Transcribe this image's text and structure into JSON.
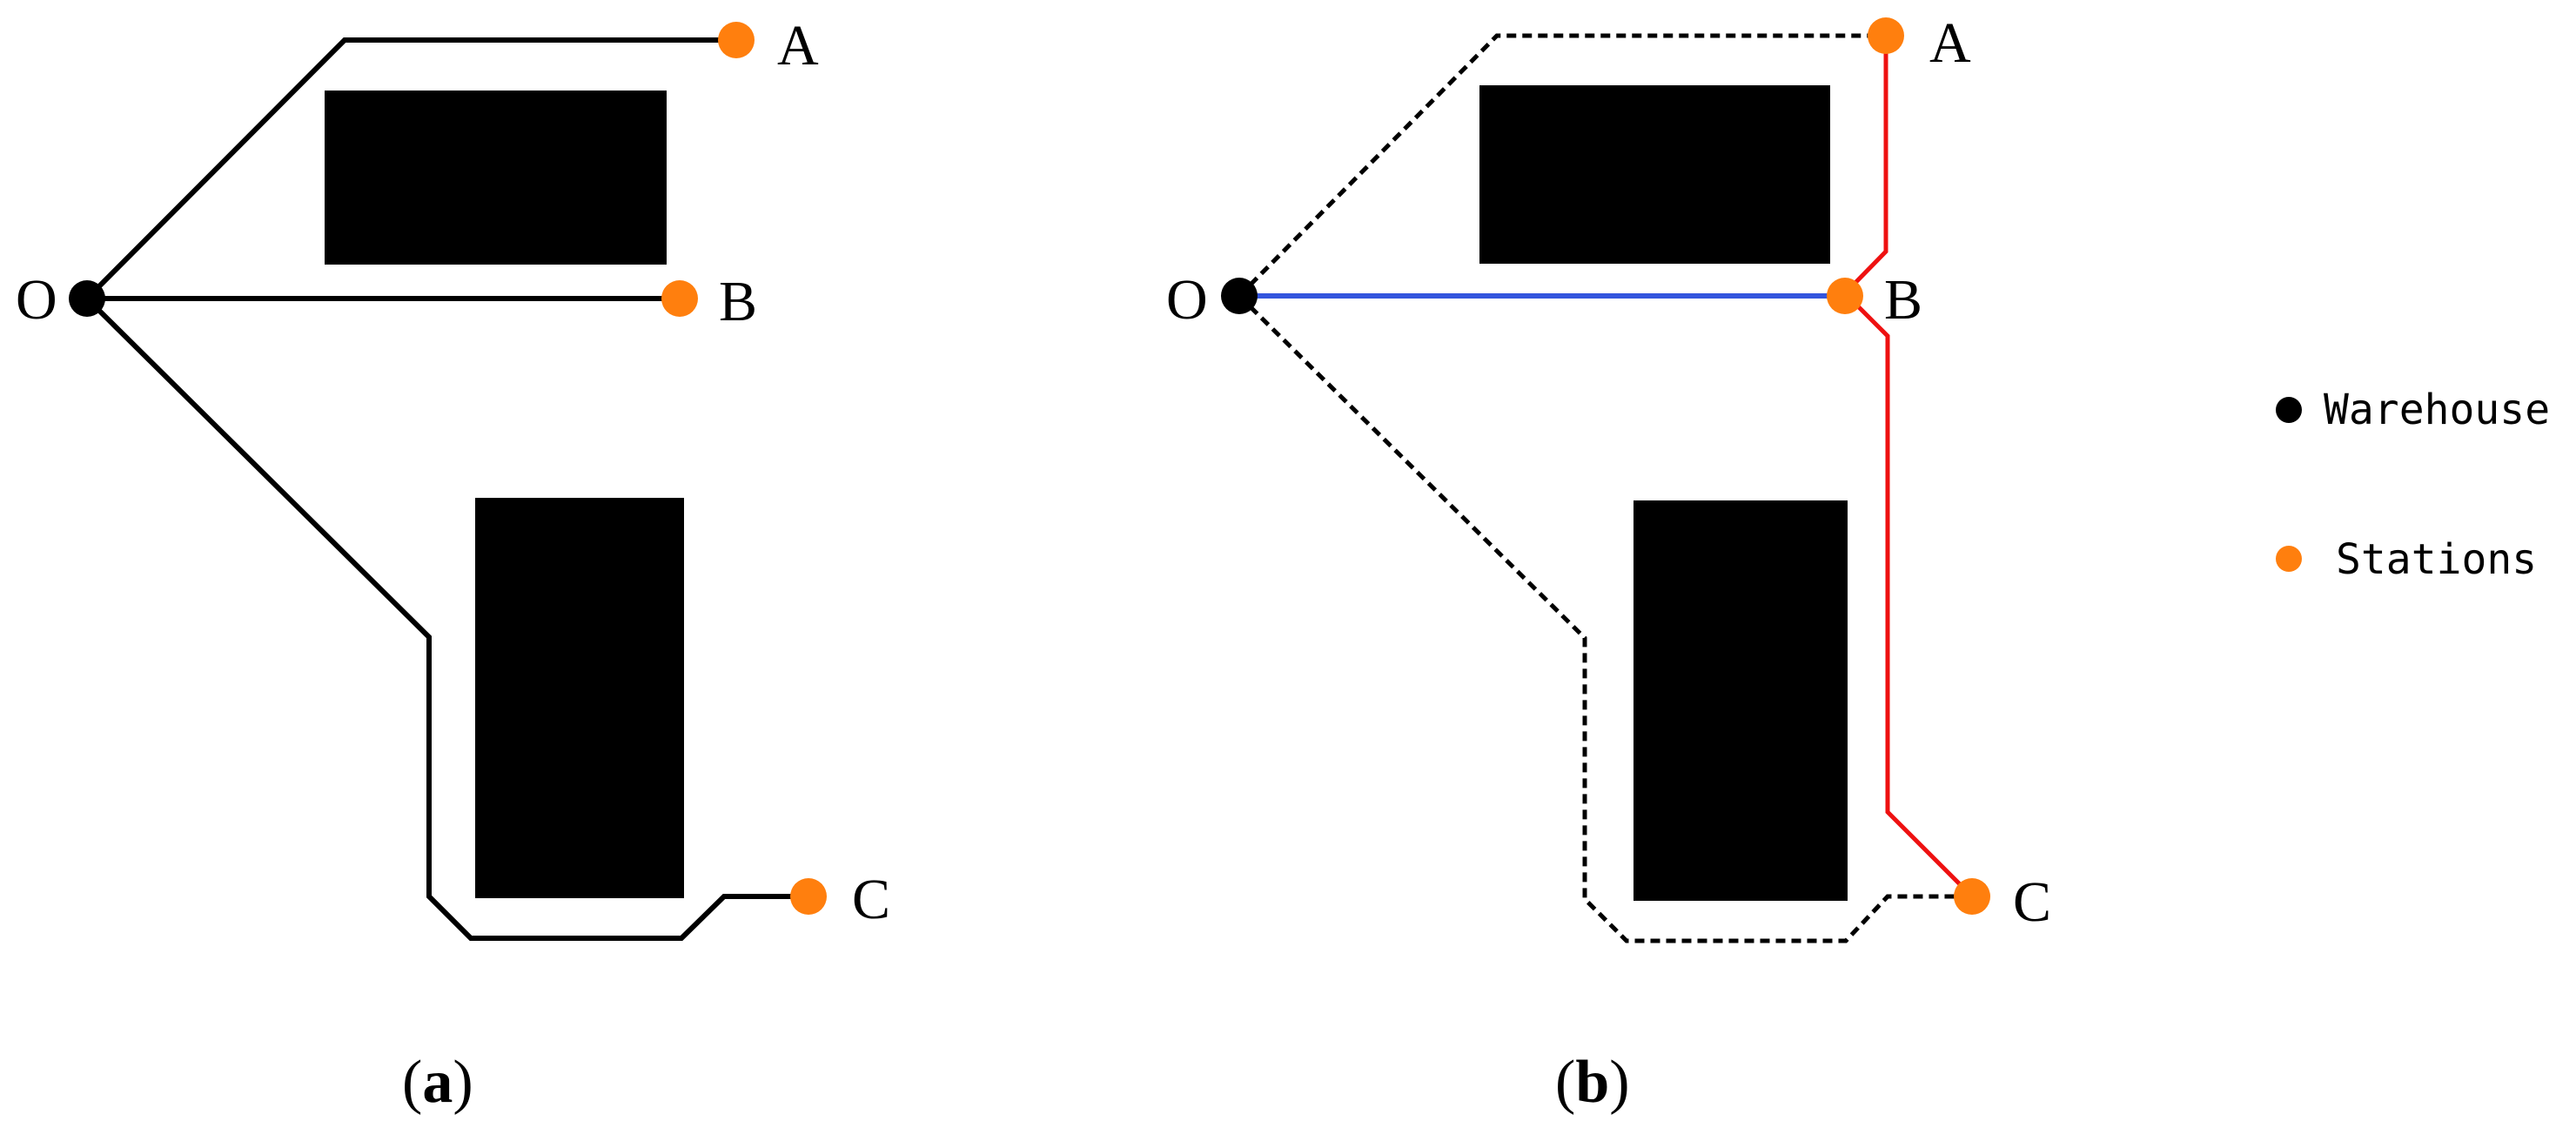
{
  "colors": {
    "warehouse": "#000000",
    "station": "#FF7F0E",
    "route_solid": "#000000",
    "route_blue": "#3355DD",
    "route_red": "#EE1111",
    "obstacle": "#000000"
  },
  "panels": [
    {
      "label_open": "(",
      "label_letter": "a",
      "label_close": ")",
      "nodes": {
        "O": "O",
        "A": "A",
        "B": "B",
        "C": "C"
      }
    },
    {
      "label_open": "(",
      "label_letter": "b",
      "label_close": ")",
      "nodes": {
        "O": "O",
        "A": "A",
        "B": "B",
        "C": "C"
      }
    }
  ],
  "legend": {
    "items": [
      {
        "label": "Warehouse",
        "icon": "black-dot"
      },
      {
        "label": "Stations",
        "icon": "orange-dot"
      }
    ]
  }
}
